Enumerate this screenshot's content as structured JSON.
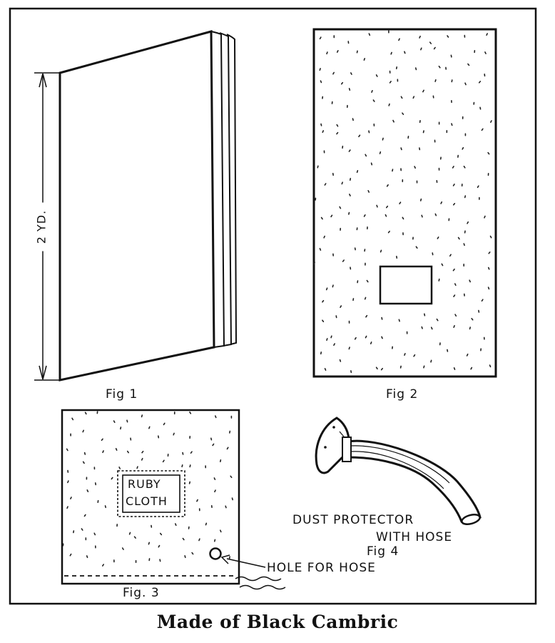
{
  "fig1": {
    "label": "Fig 1",
    "dimension": "2 YD."
  },
  "fig2": {
    "label": "Fig 2"
  },
  "fig3": {
    "label": "Fig. 3",
    "ruby_line1": "RUBY",
    "ruby_line2": "CLOTH",
    "hole_label": "HOLE FOR HOSE"
  },
  "fig4": {
    "line1": "DUST PROTECTOR",
    "line2": "WITH HOSE",
    "label": "Fig 4"
  },
  "caption": "Made of Black Cambric"
}
